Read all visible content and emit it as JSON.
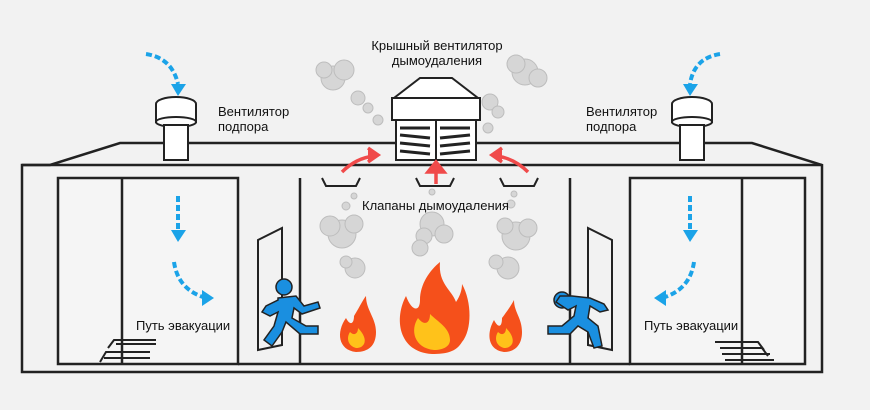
{
  "labels": {
    "roof_fan": [
      "Крышный вентилятор",
      "дымоудаления"
    ],
    "supply_fan_left": [
      "Вентилятор",
      "подпора"
    ],
    "supply_fan_right": [
      "Вентилятор",
      "подпора"
    ],
    "dampers": "Клапаны дымоудаления",
    "evac_left": "Путь эвакуации",
    "evac_right": "Путь эвакуации"
  },
  "colors": {
    "background": "#f2f2f2",
    "outline": "#222222",
    "air_arrow": "#1ba3e8",
    "smoke_arrow": "#f04a4a",
    "person": "#1a8fe0",
    "fire_outer": "#f5501b",
    "fire_inner": "#ffc21a",
    "smoke": "#cfcfcf"
  },
  "icons": [
    "roof-exhaust-fan-icon",
    "supply-fan-icon",
    "smoke-damper-icon",
    "running-person-icon",
    "fire-icon",
    "smoke-cloud-icon",
    "airflow-arrow-icon",
    "stairs-icon",
    "door-icon"
  ]
}
